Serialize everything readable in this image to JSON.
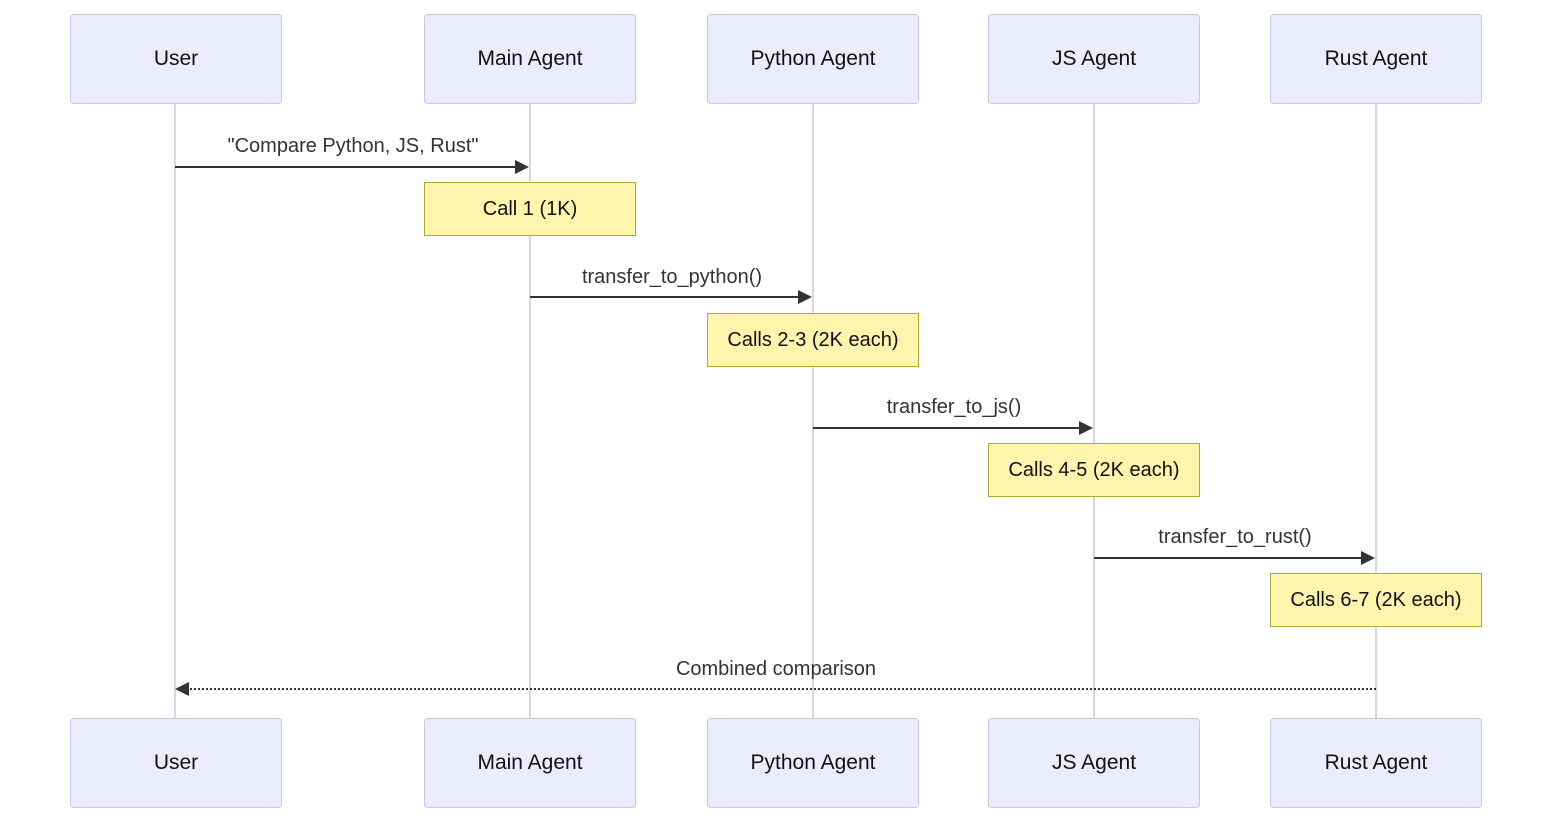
{
  "diagram": {
    "type": "sequence",
    "actors": [
      {
        "name": "User"
      },
      {
        "name": "Main Agent"
      },
      {
        "name": "Python Agent"
      },
      {
        "name": "JS Agent"
      },
      {
        "name": "Rust Agent"
      }
    ],
    "messages": [
      {
        "from": "User",
        "to": "Main Agent",
        "label": "\"Compare Python, JS, Rust\"",
        "line": "solid"
      },
      {
        "from": "Main Agent",
        "to": "Python Agent",
        "label": "transfer_to_python()",
        "line": "solid"
      },
      {
        "from": "Python Agent",
        "to": "JS Agent",
        "label": "transfer_to_js()",
        "line": "solid"
      },
      {
        "from": "JS Agent",
        "to": "Rust Agent",
        "label": "transfer_to_rust()",
        "line": "solid"
      },
      {
        "from": "Rust Agent",
        "to": "User",
        "label": "Combined comparison",
        "line": "dashed"
      }
    ],
    "notes": [
      {
        "over": "Main Agent",
        "label": "Call 1 (1K)"
      },
      {
        "over": "Python Agent",
        "label": "Calls 2-3 (2K each)"
      },
      {
        "over": "JS Agent",
        "label": "Calls 4-5 (2K each)"
      },
      {
        "over": "Rust Agent",
        "label": "Calls 6-7 (2K each)"
      }
    ],
    "colors": {
      "actor_fill": "#ECECFF",
      "actor_border": "#C9C4EA",
      "note_fill": "#FFF5AD",
      "note_border": "#AAAA33",
      "lifeline": "#D9D4EE",
      "line_and_text": "#333333"
    }
  }
}
